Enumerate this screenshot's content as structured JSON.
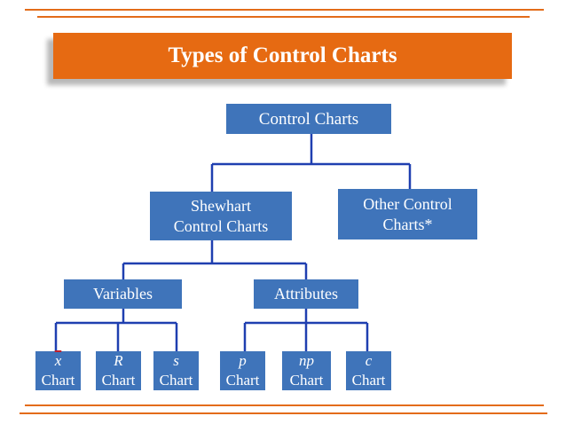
{
  "title": "Types of Control Charts",
  "root": "Control Charts",
  "level2": {
    "shewhart": [
      "Shewhart",
      "Control Charts"
    ],
    "other": [
      "Other Control",
      "Charts*"
    ]
  },
  "level3": {
    "variables": "Variables",
    "attributes": "Attributes"
  },
  "leaves": [
    {
      "symbol": "x",
      "label": "Chart"
    },
    {
      "symbol": "R",
      "label": "Chart"
    },
    {
      "symbol": "s",
      "label": "Chart"
    },
    {
      "symbol": "p",
      "label": "Chart"
    },
    {
      "symbol": "np",
      "label": "Chart"
    },
    {
      "symbol": "c",
      "label": "Chart"
    }
  ],
  "colors": {
    "accent_orange": "#e66a12",
    "box_blue": "#3f74ba",
    "connector_blue": "#1f3fb0",
    "xbar_red": "#c0202a"
  }
}
